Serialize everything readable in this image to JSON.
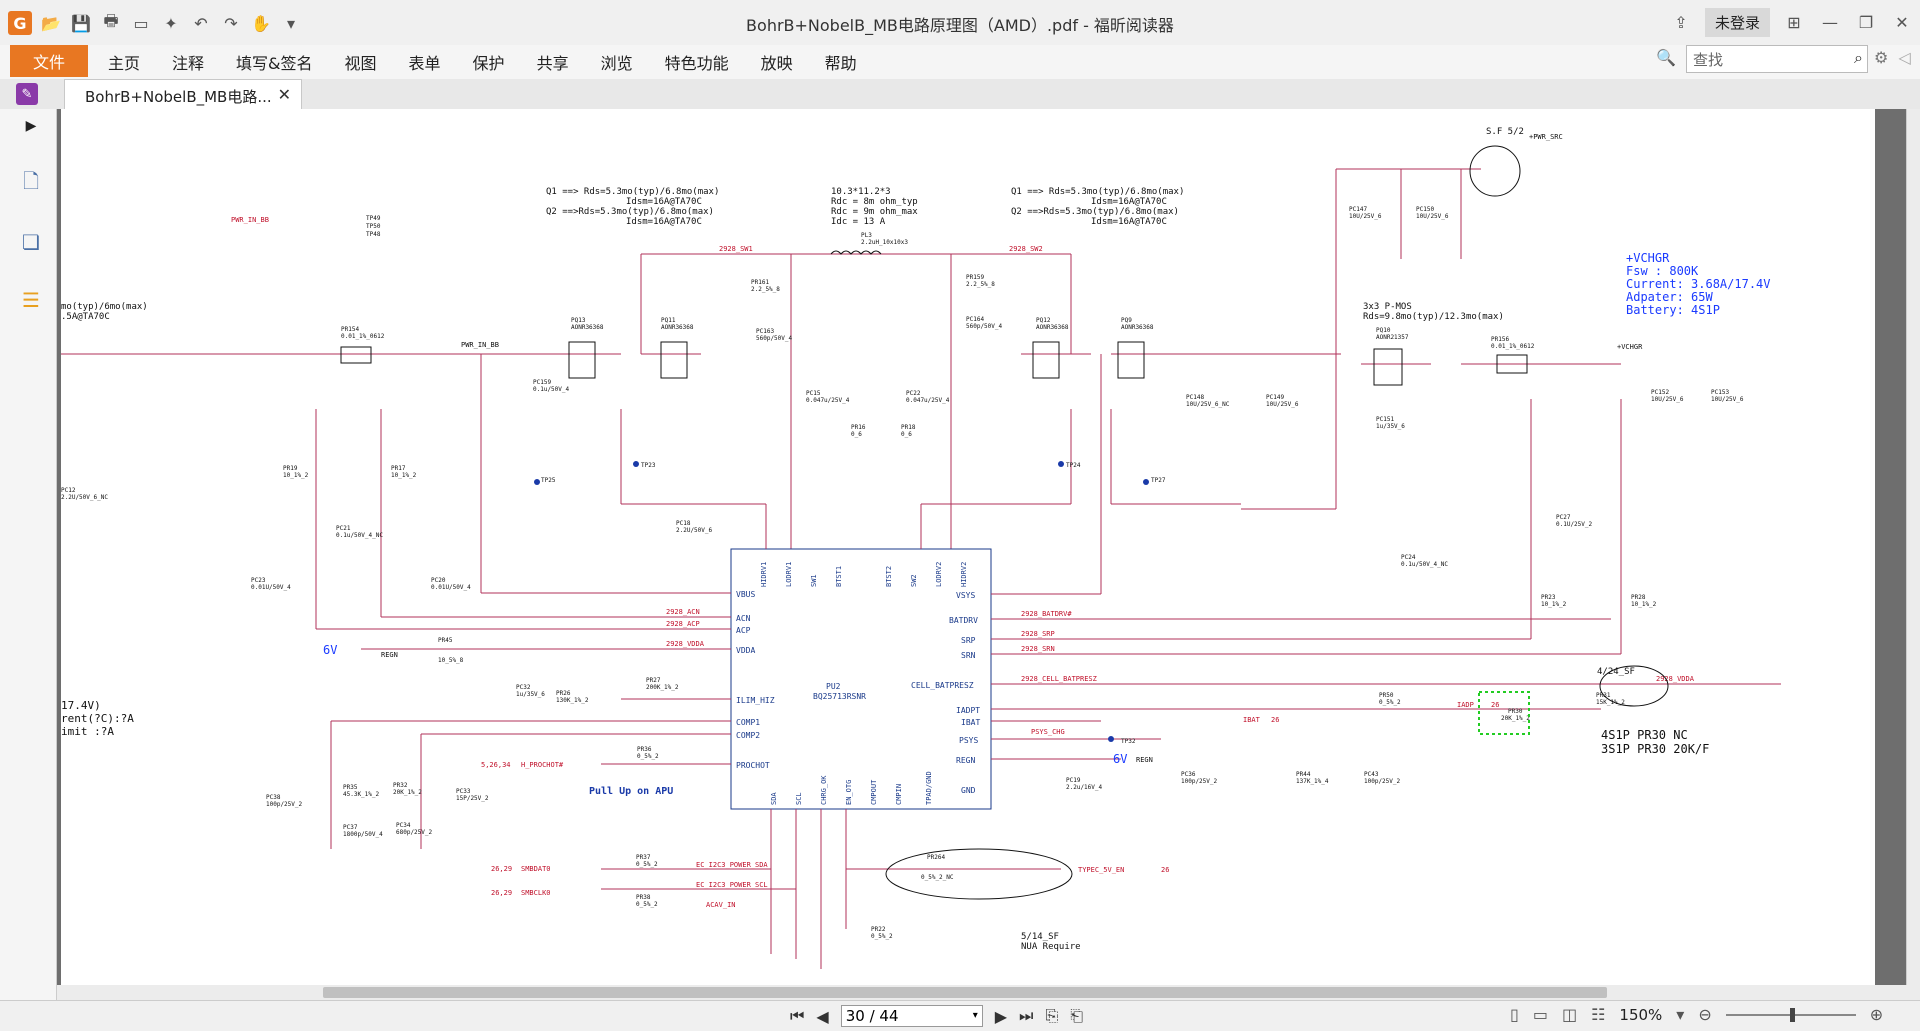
{
  "window": {
    "title": "BohrB+NobelB_MB电路原理图（AMD）.pdf - 福昕阅读器",
    "login_label": "未登录"
  },
  "menu": {
    "file": "文件",
    "items": [
      "主页",
      "注释",
      "填写&签名",
      "视图",
      "表单",
      "保护",
      "共享",
      "浏览",
      "特色功能",
      "放映",
      "帮助"
    ]
  },
  "search": {
    "placeholder": "查找"
  },
  "tab": {
    "label": "BohrB+NobelB_MB电路..."
  },
  "status": {
    "page_value": "30 / 44",
    "zoom": "150%"
  },
  "schematic": {
    "nets": {
      "pwr_in_bb": "PWR_IN_BB",
      "sw1": "2928_SW1",
      "sw2": "2928_SW2",
      "acn": "2928_ACN",
      "acp": "2928_ACP",
      "vdda": "2928_VDDA",
      "batdrv": "2928_BATDRV#",
      "srp": "2928_SRP",
      "srn": "2928_SRN",
      "cell": "2928_CELL_BATPRESZ",
      "psys": "PSYS_CHG",
      "ibat": "IBAT",
      "iadp": "IADP",
      "prochot": "H_PROCHOT#",
      "smbdat": "SMBDAT0",
      "smbclk": "SMBCLK0",
      "sda": "EC_I2C3_POWER_SDA",
      "scl": "EC_I2C3_POWER_SCL",
      "acav": "ACAV_IN",
      "typec": "TYPEC_5V_EN",
      "pwr_src": "+PWR_SRC",
      "vchgr_net": "+VCHGR",
      "vdda_right": "2928_VDDA",
      "regn": "REGN"
    },
    "notes": {
      "q1_left": "Q1 ==> Rds=5.3mo(typ)/6.8mo(max)",
      "idsm_left1": "Idsm=16A@TA70C",
      "q2_left": "Q2 ==>Rds=5.3mo(typ)/6.8mo(max)",
      "idsm_left2": "Idsm=16A@TA70C",
      "ind1": "10.3*11.2*3",
      "ind2": "Rdc = 8m ohm_typ",
      "ind3": "Rdc = 9m ohm_max",
      "ind4": "Idc = 13 A",
      "q1_right": "Q1 ==> Rds=5.3mo(typ)/6.8mo(max)",
      "idsm_right1": "Idsm=16A@TA70C",
      "q2_right": "Q2 ==>Rds=5.3mo(typ)/6.8mo(max)",
      "idsm_right2": "Idsm=16A@TA70C",
      "pmos1": "3x3 P-MOS",
      "pmos2": "Rds=9.8mo(typ)/12.3mo(max)",
      "vchgr_title": "+VCHGR",
      "fsw": "Fsw : 800K",
      "current": "Current: 3.68A/17.4V",
      "adapter": "Adpater: 65W",
      "battery": "Battery: 4S1P",
      "left_a": "mo(typ)/6mo(max)",
      "left_b": ".5A@TA70C",
      "left_c": "17.4V)",
      "left_d": "rent(?C):?A",
      "left_e": "imit :?A",
      "pullup": "Pull Up on APU",
      "pr30_a": "4S1P PR30 NC",
      "pr30_b": "3S1P PR30 20K/F",
      "sf52": "S.F 5/2",
      "sf424": "4/24_SF",
      "sf514": "5/14_SF",
      "nua": "NUA Require",
      "six_v_left": "6V",
      "six_v_right": "6V",
      "prochot_ref": "5,26,34",
      "smb_ref1": "26,29",
      "smb_ref2": "26,29",
      "ref26a": "26",
      "ref26b": "26",
      "ref26c": "26"
    },
    "chip": {
      "ref": "PU2",
      "part": "BQ25713RSNR",
      "left_pins": [
        "VBUS",
        "ACN",
        "ACP",
        "VDDA",
        "ILIM_HIZ",
        "COMP1",
        "COMP2",
        "PROCHOT"
      ],
      "right_pins": [
        "VSYS",
        "BATDRV",
        "SRP",
        "SRN",
        "CELL_BATPRESZ",
        "IADPT",
        "IBAT",
        "PSYS",
        "REGN",
        "GND"
      ],
      "top_pins": [
        "HIDRV1",
        "LODRV1",
        "SW1",
        "BTST1",
        "BTST2",
        "SW2",
        "LODRV2",
        "HIDRV2"
      ],
      "bottom_pins": [
        "SDA",
        "SCL",
        "CHRG_OK",
        "EN_OTG",
        "CMPOUT",
        "CMPIN",
        "TPAD/GND"
      ]
    },
    "parts": {
      "pq13": "PQ13",
      "pq13p": "AONR36368",
      "pq11": "PQ11",
      "pq11p": "AONR36368",
      "pq12": "PQ12",
      "pq12p": "AONR36368",
      "pq9": "PQ9",
      "pq9p": "AONR36368",
      "pq10": "PQ10",
      "pq10p": "AONR21357",
      "pl3": "PL3",
      "pl3v": "2.2uH_10x10x3",
      "pr154": "PR154",
      "pr154v": "0.01_1%_0612",
      "pr156": "PR156",
      "pr156v": "0.01_1%_0612",
      "pr161": "PR161",
      "pr161v": "2.2_5%_8",
      "pr159": "PR159",
      "pr159v": "2.2_5%_8",
      "pc163": "PC163",
      "pc163v": "560p/50V_4",
      "pc164": "PC164",
      "pc164v": "560p/50V_4",
      "pc159": "PC159",
      "pc159v": "0.1u/50V_4",
      "pc15": "PC15",
      "pc15v": "0.047u/25V_4",
      "pc22": "PC22",
      "pc22v": "0.047u/25V_4",
      "pr16": "PR16",
      "pr16v": "0_6",
      "pr18": "PR18",
      "pr18v": "0_6",
      "pc148": "PC148",
      "pc148v": "10U/25V_6_NC",
      "pc149": "PC149",
      "pc149v": "10U/25V_6",
      "pc147": "PC147",
      "pc147v": "10U/25V_6",
      "pc150": "PC150",
      "pc150v": "10U/25V_6",
      "pc151": "PC151",
      "pc151v": "1u/35V_6",
      "pc152": "PC152",
      "pc152v": "10U/25V_6",
      "pc153": "PC153",
      "pc153v": "10U/25V_6",
      "pc18": "PC18",
      "pc18v": "2.2U/50V_6",
      "pr19": "PR19",
      "pr19v": "10_1%_2",
      "pr17": "PR17",
      "pr17v": "10_1%_2",
      "pc21": "PC21",
      "pc21v": "0.1u/50V_4_NC",
      "pc23": "PC23",
      "pc23v": "0.01U/50V_4",
      "pc20": "PC20",
      "pc20v": "0.01U/50V_4",
      "pc12": "PC12",
      "pc12v": "2.2U/50V_6_NC",
      "pr45": "PR45",
      "pr45v": "10_5%_8",
      "pc32": "PC32",
      "pc32v": "1u/35V_6",
      "pr26": "PR26",
      "pr26v": "130K_1%_2",
      "pr27": "PR27",
      "pr27v": "200K_1%_2",
      "pr36": "PR36",
      "pr36v": "0_5%_2",
      "pc38": "PC38",
      "pc38v": "100p/25V_2",
      "pr35": "PR35",
      "pr35v": "45.3K_1%_2",
      "pc37": "PC37",
      "pc37v": "1800p/50V_4",
      "pr32": "PR32",
      "pr32v": "20K_1%_2",
      "pc33": "PC33",
      "pc33v": "15P/25V_2",
      "pc34": "PC34",
      "pc34v": "680p/25V_2",
      "pr37": "PR37",
      "pr37v": "0_5%_2",
      "pr38": "PR38",
      "pr38v": "0_5%_2",
      "pr264": "PR264",
      "pr264v": "0_5%_2_NC",
      "pr22": "PR22",
      "pr22v": "0_5%_2",
      "pc36": "PC36",
      "pc36v": "100p/25V_2",
      "pc19": "PC19",
      "pc19v": "2.2u/16V_4",
      "pr44": "PR44",
      "pr44v": "137K_1%_4",
      "pc43": "PC43",
      "pc43v": "100p/25V_2",
      "pr50": "PR50",
      "pr50v": "0_5%_2",
      "pr30": "PR30",
      "pr30v": "20K_1%_2",
      "pr31": "PR31",
      "pr31v": "15K_1%_2",
      "pc24": "PC24",
      "pc24v": "0.1u/50V_4_NC",
      "pc27": "PC27",
      "pc27v": "0.1U/25V_2",
      "pr23": "PR23",
      "pr23v": "10_1%_2",
      "pr28": "PR28",
      "pr28v": "10_1%_2",
      "tp25": "TP25",
      "tp23": "TP23",
      "tp24": "TP24",
      "tp27": "TP27",
      "tp32": "TP32",
      "tp49": "TP49",
      "tp50": "TP50",
      "tp48": "TP48"
    }
  }
}
